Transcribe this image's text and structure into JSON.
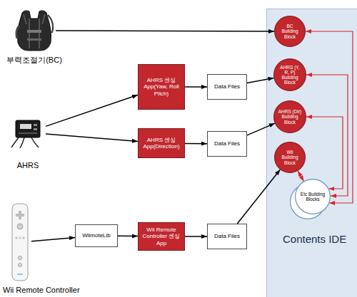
{
  "diagram": {
    "nodes": [
      {
        "text": [
          "부력조절기(BC)"
        ]
      },
      {
        "text": [
          "AHRS"
        ]
      },
      {
        "text": [
          "Wii Remote Controller"
        ]
      },
      {
        "text": [
          "WiimoteLib"
        ]
      },
      {
        "text": [
          "AHRS 센싱 App(Yaw, Roll Pitch)"
        ]
      },
      {
        "text": [
          "AHRS 센싱 App(Direction)"
        ]
      },
      {
        "text": [
          "Wii Remote Controller 센싱 App"
        ]
      },
      {
        "text": [
          "Data Files"
        ]
      },
      {
        "text": [
          "Data Files"
        ]
      },
      {
        "text": [
          "Data Files"
        ]
      },
      {
        "text": [
          "Contents IDE"
        ]
      },
      {
        "text": [
          "BC Building Block"
        ],
        "in": 10
      },
      {
        "text": [
          "AHRS (Y, R, P) Building Block"
        ],
        "in": 10
      },
      {
        "text": [
          "AHRS (Dir) Building Block"
        ],
        "in": 10
      },
      {
        "text": [
          "Wii Building Block"
        ],
        "in": 10
      },
      {
        "text": [
          "Etc Building Blocks"
        ],
        "in": 10
      }
    ],
    "edges": [
      {
        "from": 0,
        "to": 11,
        "arrow": "to"
      },
      {
        "from": 1,
        "to": 4,
        "arrow": "to"
      },
      {
        "from": 1,
        "to": 5,
        "arrow": "to"
      },
      {
        "from": 2,
        "to": 3,
        "arrow": "to"
      },
      {
        "from": 3,
        "to": 6,
        "arrow": "to"
      },
      {
        "from": 4,
        "to": 7,
        "arrow": "to"
      },
      {
        "from": 5,
        "to": 8,
        "arrow": "to"
      },
      {
        "from": 6,
        "to": 9,
        "arrow": "to"
      },
      {
        "from": 7,
        "to": 12,
        "arrow": "to"
      },
      {
        "from": 8,
        "to": 13,
        "arrow": "to"
      },
      {
        "from": 9,
        "to": 14,
        "arrow": "to"
      },
      {
        "from": 11,
        "to": 15,
        "arrow": "both"
      },
      {
        "from": 12,
        "to": 15,
        "arrow": "both"
      },
      {
        "from": 13,
        "to": 15,
        "arrow": "both"
      },
      {
        "from": 14,
        "to": 15,
        "arrow": "both"
      }
    ]
  }
}
